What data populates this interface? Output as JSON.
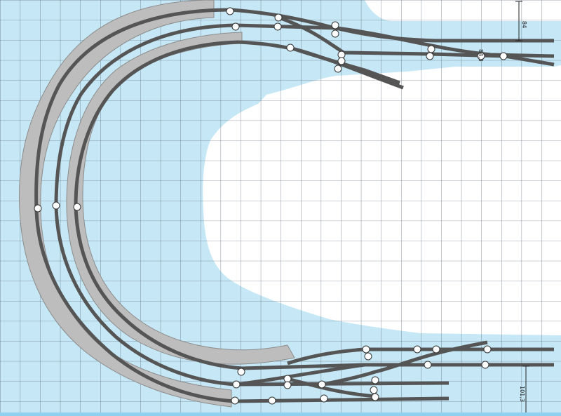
{
  "plan": {
    "colors": {
      "water": "#c6e8f6",
      "grid": "#3c4a5a",
      "platform": "#bdbdbd",
      "track": "#555555",
      "node": "#ffffff",
      "bottom_bar": "#8fd0ef"
    },
    "dimensions": {
      "top_right": "84",
      "bottom_right": "101,3",
      "track_label": "84,3"
    }
  }
}
